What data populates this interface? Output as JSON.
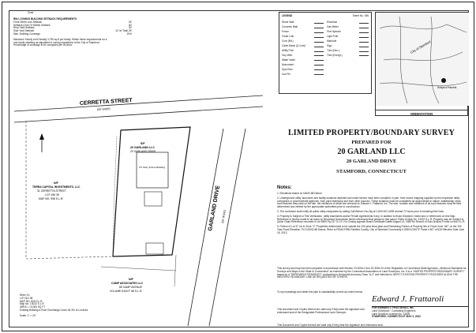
{
  "zone_label": "Zone",
  "zoning": {
    "title": "RM-1 ZONING BUILDING SETBACK REQUIREMENTS",
    "rows": [
      {
        "label": "Front Street Line Setback",
        "value": "30'"
      },
      {
        "label": "Setback (One Of Street) Setback",
        "value": "30'"
      },
      {
        "label": "Rear Yard Setback",
        "value": "30'"
      },
      {
        "label": "Side Yard Setback",
        "value": "10' w/ Total 25'"
      },
      {
        "label": "Max. Building Coverage",
        "value": "20%"
      }
    ],
    "footnote": "Maximum Family Unit Density 3,750 sq ft per family. Within these requirements for a one-family dwelling as stipulated in zoning regulations of the City of Stamford. Percentage of coverage to be computed per lot area."
  },
  "legend": {
    "title": "LEGEND",
    "sheet_label": "Sheet No. 396",
    "left_items": [
      "Stone Wall",
      "Concrete Wall",
      "Fence",
      "Chain Link",
      "Curb (Bit.)",
      "Catch Basin (& Curb)",
      "Utility Pole",
      "Guy Wire",
      "Water Valve",
      "Monument",
      "Spot Elev.",
      "Iron Pin"
    ],
    "right_items": [
      "Electrical",
      "Gas Meter",
      "Fire Hydrant",
      "Light Pole",
      "Manhole",
      "Sign",
      "Tree (Dec.)",
      "Tree (Evergr.)"
    ]
  },
  "orientation": {
    "label": "ORIENTATION",
    "streets": [
      "City of Stamford",
      "Subject Parcels"
    ]
  },
  "streets": {
    "top": "CERRETTA STREET",
    "top_sub": "(50' WIDE)",
    "right": "GARLAND DRIVE",
    "right_sub": "(50' WIDE)"
  },
  "parcels": {
    "main_id": "S/F",
    "main_name": "20 GARLAND LLC",
    "main_addr": "20 GARLAND DRIVE",
    "main_building": "2½ Story Frame Building",
    "west_id": "N/F",
    "west_owner": "TERRA CAPITAL INVESTMENTS, LLC",
    "west_addr": "31 CERRETTA STREET",
    "west_lot": "LOT #36 35",
    "west_map": "MAP NO. 998 S.L.R.",
    "south_id": "N/F",
    "south_owner": "CAMP ASSOCIATES LLC",
    "south_addr": "85 CAMP AVENUE",
    "south_vol": "VOLUME 6118 P. 88 S.L.R."
  },
  "lot_info": {
    "lines": [
      "Refer To:",
      "LOT NO 38",
      "MAP NO. 825 S.L.R.",
      "Map No. 13022 S.L.R.",
      "AREA = 13,063 SQ FT"
    ],
    "coverage": "Existing Building & Roof Overhangs Cover 45.3% of Lot Area",
    "scale": "Scale: 1\" = 20'"
  },
  "title_block": {
    "title": "LIMITED PROPERTY/BOUNDARY SURVEY",
    "prepared_for": "PREPARED FOR",
    "client": "20 GARLAND LLC",
    "address": "20 GARLAND DRIVE",
    "city": "STAMFORD, CONNECTICUT"
  },
  "notes": {
    "heading": "Notes:",
    "items": [
      "1. Elevations based on NAVD-88 Datum.",
      "2. Underground utility, structures and facility locations depicted and noted hereon have been compiled, in part, from record mapping supplied by the respective utility companies or governmental agencies, from parol testimony and from other sources. These locations must be considered as approximate in nature. Additionally, other such features may exist on the site, the existence of which are unknown to Edward J. Frattaroli, Inc. The size, location and existence of all such features must be field determined and verified by the appropriate authorities prior to construction.",
      "3. The contractor shall notify all public utility companies by calling Call-Before-You-Dig at 1-800-922-4455 at least 72 hours prior to breaking their lines.",
      "4. Property is Subject to Title Verification, utility easements and/or Private Agreements if any. In addition to those Depicted, Noted and or referenced on this Map. Reference is hereby made to all notes on Recorded Documents herein referenced that pertain to this parcel. Refer to Map No. 13022 S.L.R. Property may be Subject to Quick Claim Reference recorded in Vol 6809 Pg 237 S.L.R. For Zoning appeals Board Certificate Dated August 13, 1985 No Record of Sub-Division Found on this S.L.R.",
      "5. Portion of Lot 37 Lie in Zone \"X\" Properties determined to be outside the 100-year flood plain and Remaining Portion of Property lies in Flood Zone \"AE\" on the 100 Year Flood Elevation 79.0 NGVD-88 Datum. Refer to FEMA FIRM Fairfield County, City of Stamford Community # 09001C0517F Panel # 507 of 626 Effective Date June 18, 2013."
    ]
  },
  "certification": {
    "text": "This survey and map has been prepared in accordance with Section 20-300b-1 thru 20-300b-20 of the Regulation of Connecticut State Agencies—Minimum Standards for Surveys and Maps in the State of Connecticut\" as endorsed by the Connecticut Association of Land Surveyors, Inc. It is a \"LIMITED PROPERTY/BOUNDARY SURVEY\" based on a \"DEPENDENT RESURVEY\" conforming to Horizontal Accuracy Class \"A-2\" and intended to DEPICT EXISTING PROPERTY FEATURES ALONG THE WESTERLY BOUNDARY LINE AS REQUESTED BY OTHERS.",
    "knowledge": "To my knowledge and belief this plan is substantially correct as noted hereon.",
    "signature": "Edward J. Frattaroli",
    "surveyor": "FOR EDWARD J. FRATTAROLI, INC.",
    "surveyor_sub": "Land Surveyors · Consulting Engineers",
    "stamp_note": "Land Surveyor License No. 13005",
    "date": "STAMFORD, CONNECTICUT MAY 3, 2022",
    "disclaimer_left": "This document and Copies thereof are valid only if they bear the signature and embossed seal of the Designated Professional Land Surveyor.",
    "disclaimer_bottom": "This Document and Copies thereof are valid only if they bear the signature and embossed seal..."
  }
}
